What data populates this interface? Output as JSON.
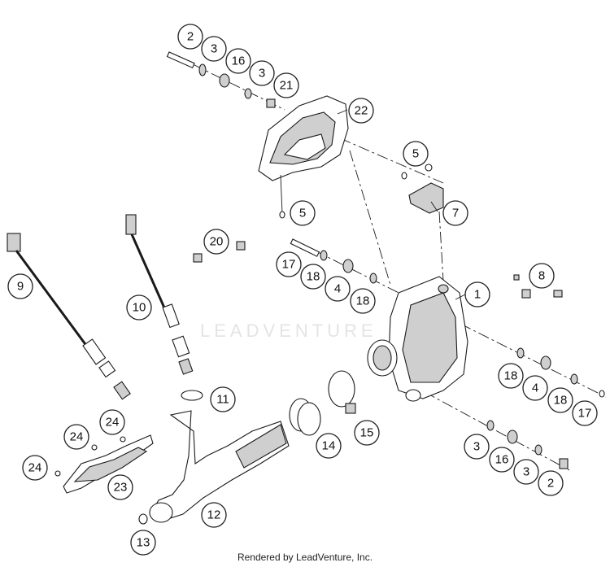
{
  "watermark": "LEADVENTURE",
  "credit": "Rendered by LeadVenture, Inc.",
  "callouts": [
    "2",
    "3",
    "16",
    "3",
    "21",
    "22",
    "5",
    "5",
    "7",
    "20",
    "17",
    "18",
    "4",
    "18",
    "1",
    "8",
    "9",
    "10",
    "11",
    "12",
    "13",
    "14",
    "15",
    "18",
    "4",
    "18",
    "17",
    "3",
    "16",
    "3",
    "2",
    "23",
    "24",
    "24",
    "24"
  ]
}
